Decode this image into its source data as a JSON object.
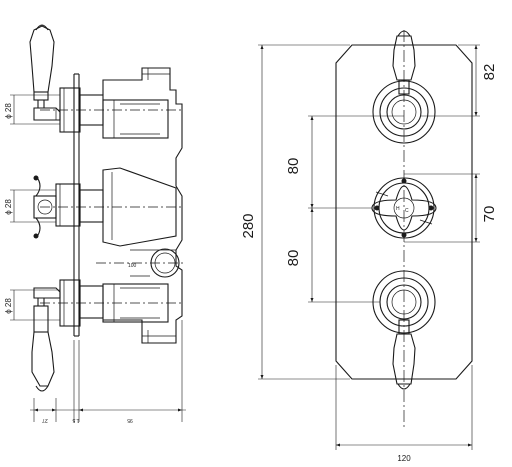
{
  "diagram": {
    "side_view": {
      "dims": {
        "phi_top": "ϕ 28",
        "phi_mid": "ϕ 28",
        "phi_bot": "ϕ 28",
        "d_27": "27",
        "d_15": "1.5",
        "d_95": "95",
        "d_100": "100"
      }
    },
    "front_view": {
      "dims": {
        "d_82": "82",
        "d_80_top": "80",
        "d_80_bottom": "80",
        "d_280": "280",
        "d_70": "70",
        "d_120": "120"
      },
      "hot_cold_marks": {
        "hot": "H",
        "cold": "C"
      }
    }
  }
}
